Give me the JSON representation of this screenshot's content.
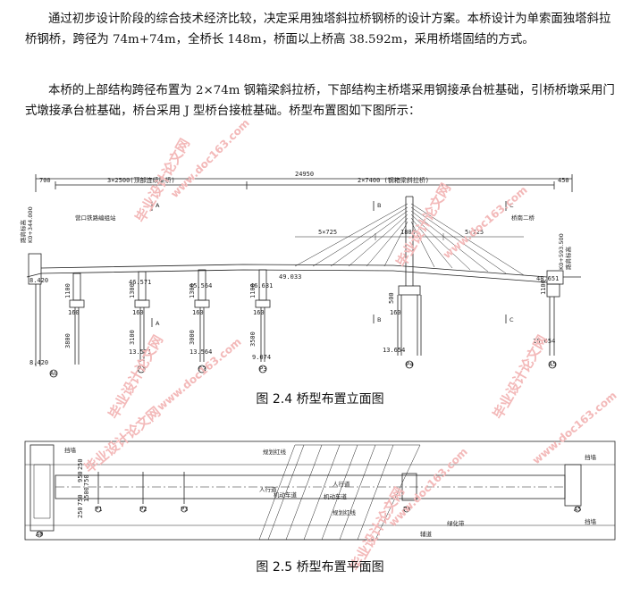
{
  "paragraphs": {
    "p1": "通过初步设计阶段的综合技术经济比较，决定采用独塔斜拉桥钢桥的设计方案。本桥设计为单索面独塔斜拉桥钢桥，跨径为 74m+74m，全桥长 148m，桥面以上桥高 38.592m，采用桥塔固结的方式。",
    "p2": "本桥的上部结构跨径布置为 2×74m 钢箱梁斜拉桥，下部结构主桥塔采用钢接承台桩基础，引桥桥墩采用门式墩接承台桩基础，桥台采用 J 型桥台接桩基础。桥型布置图如下图所示："
  },
  "figures": {
    "elevation_caption": "图 2.4 桥型布置立面图",
    "plan_caption": "图 2.5 桥型布置平面图"
  },
  "elevation": {
    "total_dim": "24950",
    "left_end": "700",
    "right_end": "450",
    "left_span": "3×2500(顶部连续梁桥)",
    "right_span": "2×7400 (钢箱梁斜拉桥)",
    "cable_left": "5×725",
    "cable_mid": "1800",
    "cable_right": "5×725",
    "left_direction": "营口铁路编组站",
    "right_direction": "桥南二桥",
    "left_station": "K0+344.000",
    "right_station": "K0+593.500",
    "sections": [
      "A",
      "B",
      "C",
      "A",
      "B",
      "C"
    ],
    "elev_values": [
      "8.420",
      "46.571",
      "45.564",
      "46.631",
      "49.033",
      "48.651",
      "8.420",
      "13.571",
      "13.564",
      "9.074",
      "13.654",
      "18.654"
    ],
    "pier_dims": [
      "1100",
      "1300",
      "1300",
      "1100",
      "1100",
      "500",
      "3800",
      "3100",
      "3000",
      "3500",
      "160",
      "160",
      "160",
      "160",
      "160"
    ],
    "pier_ids": [
      "A0",
      "P1",
      "P2",
      "P3",
      "P4",
      "A5"
    ],
    "side_labels": [
      "路肩标高",
      "路肩标高"
    ]
  },
  "plan": {
    "labels": [
      "挡墙",
      "规划红线",
      "人行道",
      "机动车道",
      "人行道",
      "机动车道",
      "规划红线",
      "绿化带",
      "辅道",
      "挡墙",
      "挡墙"
    ],
    "widths": [
      "950",
      "250",
      "750",
      "1500",
      "750",
      "250"
    ],
    "pier_ids": [
      "A0",
      "P1",
      "P2",
      "P3",
      "P4",
      "A5"
    ]
  },
  "watermarks": [
    "毕业设计论文网",
    "www.doc163.com"
  ]
}
